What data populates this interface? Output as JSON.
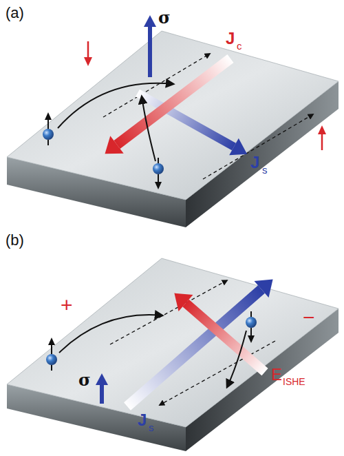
{
  "diagram": {
    "labels": [
      "(a)",
      "σ",
      "J",
      "c",
      "J",
      "s",
      "(b)",
      "+",
      "−",
      "E",
      "ISHE",
      "σ",
      "J",
      "s"
    ]
  }
}
